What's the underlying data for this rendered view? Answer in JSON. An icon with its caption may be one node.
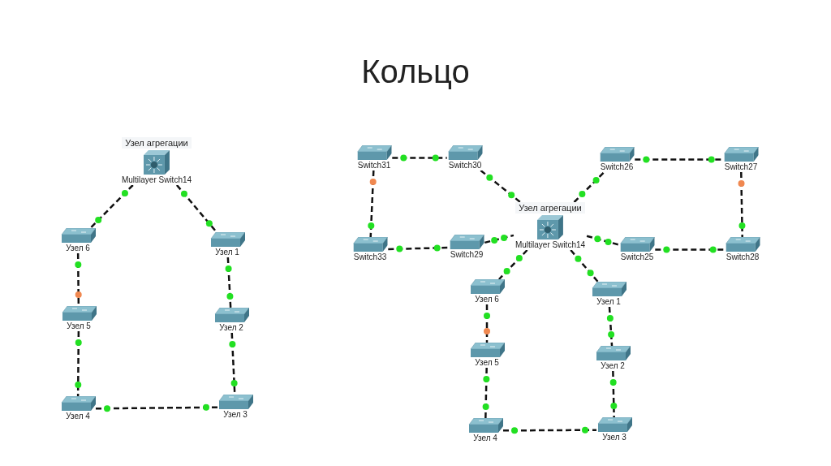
{
  "diagram": {
    "title": "Кольцо",
    "nodes": [
      {
        "text": [
          "Узел агрегации",
          "Multilayer Switch14"
        ]
      },
      {
        "text": [
          "Узел 6"
        ]
      },
      {
        "text": [
          "Узел 1"
        ]
      },
      {
        "text": [
          "Узел 5"
        ]
      },
      {
        "text": [
          "Узел 2"
        ]
      },
      {
        "text": [
          "Узел 4"
        ]
      },
      {
        "text": [
          "Узел 3"
        ]
      },
      {
        "text": [
          "Узел агрегации",
          "Multilayer Switch14"
        ]
      },
      {
        "text": [
          "Switch31"
        ]
      },
      {
        "text": [
          "Switch30"
        ]
      },
      {
        "text": [
          "Switch26"
        ]
      },
      {
        "text": [
          "Switch27"
        ]
      },
      {
        "text": [
          "Switch33"
        ]
      },
      {
        "text": [
          "Switch29"
        ]
      },
      {
        "text": [
          "Switch25"
        ]
      },
      {
        "text": [
          "Switch28"
        ]
      },
      {
        "text": [
          "Узел 6"
        ]
      },
      {
        "text": [
          "Узел 1"
        ]
      },
      {
        "text": [
          "Узел 5"
        ]
      },
      {
        "text": [
          "Узел 2"
        ]
      },
      {
        "text": [
          "Узел 4"
        ]
      },
      {
        "text": [
          "Узел 3"
        ]
      }
    ],
    "edges": [
      {
        "from": 0,
        "to": 1,
        "arrow": "none",
        "style": "dashed"
      },
      {
        "from": 0,
        "to": 2,
        "arrow": "none",
        "style": "dashed"
      },
      {
        "from": 1,
        "to": 3,
        "arrow": "none",
        "style": "dashed"
      },
      {
        "from": 2,
        "to": 4,
        "arrow": "none",
        "style": "dashed"
      },
      {
        "from": 3,
        "to": 5,
        "arrow": "none",
        "style": "dashed"
      },
      {
        "from": 4,
        "to": 6,
        "arrow": "none",
        "style": "dashed"
      },
      {
        "from": 5,
        "to": 6,
        "arrow": "none",
        "style": "dashed"
      },
      {
        "from": 8,
        "to": 9,
        "arrow": "none",
        "style": "dashed"
      },
      {
        "from": 9,
        "to": 7,
        "arrow": "none",
        "style": "dashed"
      },
      {
        "from": 7,
        "to": 10,
        "arrow": "none",
        "style": "dashed"
      },
      {
        "from": 10,
        "to": 11,
        "arrow": "none",
        "style": "dashed"
      },
      {
        "from": 11,
        "to": 15,
        "arrow": "none",
        "style": "dashed"
      },
      {
        "from": 8,
        "to": 12,
        "arrow": "none",
        "style": "dashed"
      },
      {
        "from": 12,
        "to": 13,
        "arrow": "none",
        "style": "dashed"
      },
      {
        "from": 13,
        "to": 7,
        "arrow": "none",
        "style": "dashed"
      },
      {
        "from": 7,
        "to": 14,
        "arrow": "none",
        "style": "dashed"
      },
      {
        "from": 14,
        "to": 15,
        "arrow": "none",
        "style": "dashed"
      },
      {
        "from": 7,
        "to": 16,
        "arrow": "none",
        "style": "dashed"
      },
      {
        "from": 7,
        "to": 17,
        "arrow": "none",
        "style": "dashed"
      },
      {
        "from": 16,
        "to": 18,
        "arrow": "none",
        "style": "dashed"
      },
      {
        "from": 17,
        "to": 19,
        "arrow": "none",
        "style": "dashed"
      },
      {
        "from": 18,
        "to": 20,
        "arrow": "none",
        "style": "dashed"
      },
      {
        "from": 19,
        "to": 21,
        "arrow": "none",
        "style": "dashed"
      },
      {
        "from": 20,
        "to": 21,
        "arrow": "none",
        "style": "dashed"
      }
    ]
  }
}
